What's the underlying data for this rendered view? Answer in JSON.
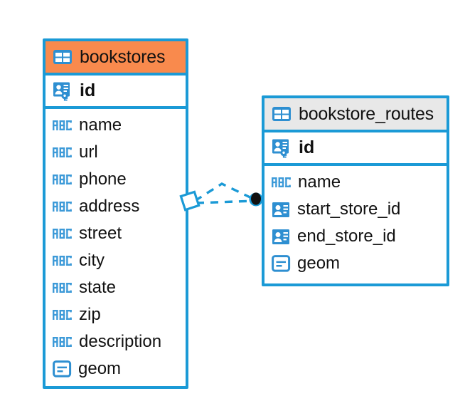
{
  "diagram": {
    "type": "entity-relationship-diagram",
    "background_color": "#ffffff",
    "accent_color": "#1b9ad6",
    "highlight_color": "#f98a4d",
    "entities": [
      {
        "name": "bookstores",
        "header_icon": "table-icon",
        "header_color": "#f98a4d",
        "primary_key": {
          "label": "id",
          "icon": "primary-key-icon"
        },
        "fields": [
          {
            "label": "name",
            "icon": "text-abc-icon"
          },
          {
            "label": "url",
            "icon": "text-abc-icon"
          },
          {
            "label": "phone",
            "icon": "text-abc-icon"
          },
          {
            "label": "address",
            "icon": "text-abc-icon"
          },
          {
            "label": "street",
            "icon": "text-abc-icon"
          },
          {
            "label": "city",
            "icon": "text-abc-icon"
          },
          {
            "label": "state",
            "icon": "text-abc-icon"
          },
          {
            "label": "zip",
            "icon": "text-abc-icon"
          },
          {
            "label": "description",
            "icon": "text-abc-icon"
          },
          {
            "label": "geom",
            "icon": "geometry-icon"
          }
        ]
      },
      {
        "name": "bookstore_routes",
        "header_icon": "table-icon",
        "header_color": "#e8e8e8",
        "primary_key": {
          "label": "id",
          "icon": "primary-key-icon"
        },
        "fields": [
          {
            "label": "name",
            "icon": "text-abc-icon"
          },
          {
            "label": "start_store_id",
            "icon": "foreign-key-icon"
          },
          {
            "label": "end_store_id",
            "icon": "foreign-key-icon"
          },
          {
            "label": "geom",
            "icon": "geometry-icon"
          }
        ]
      }
    ],
    "relationship": {
      "from": "bookstores",
      "to": "bookstore_routes",
      "line_style": "dashed",
      "line_color": "#1b9ad6",
      "source_marker": "diamond-outline",
      "target_marker": "filled-circle"
    }
  }
}
